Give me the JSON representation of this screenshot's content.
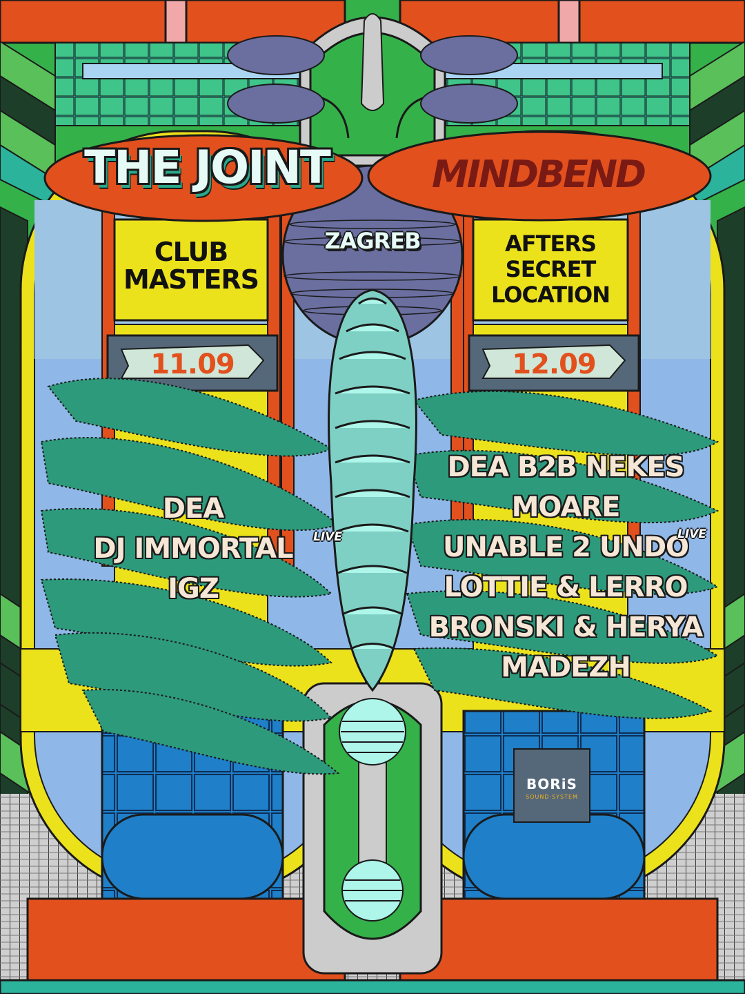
{
  "events": [
    {
      "title": "THE JOINT",
      "venue": [
        "CLUB",
        "MASTERS"
      ],
      "date": "11.09",
      "lineup": [
        {
          "name": "DEA",
          "live": false
        },
        {
          "name": "DJ IMMORTAL",
          "live": true
        },
        {
          "name": "IGZ",
          "live": false
        }
      ]
    },
    {
      "title": "MINDBEND",
      "venue": [
        "AFTERS",
        "SECRET",
        "LOCATION"
      ],
      "date": "12.09",
      "lineup": [
        {
          "name": "DEA B2B NEKES",
          "live": false
        },
        {
          "name": "MOARE",
          "live": false
        },
        {
          "name": "UNABLE 2 UNDO",
          "live": true
        },
        {
          "name": "LOTTIE & LERRO",
          "live": false
        },
        {
          "name": "BRONSKI & HERYA",
          "live": false
        },
        {
          "name": "MADEZH",
          "live": false
        }
      ]
    }
  ],
  "city": "ZAGREB",
  "live_tag": "LIVE",
  "sponsor": {
    "name": "BORiS",
    "tagline": "SOUND·SYSTEM"
  },
  "colors": {
    "green": "#35b14a",
    "red": "#e2501e",
    "yellow": "#ece21c",
    "sky": "#8fb8e8",
    "blue": "#1f7fc8",
    "teal_brush": "#2e9a7c",
    "mint": "#7fd0c4",
    "slate": "#55687a",
    "purple": "#6a6fa0"
  },
  "icons": [
    "spine-segment-icon",
    "sphere-icon",
    "date-arrow-icon",
    "brush-stroke-icon"
  ]
}
